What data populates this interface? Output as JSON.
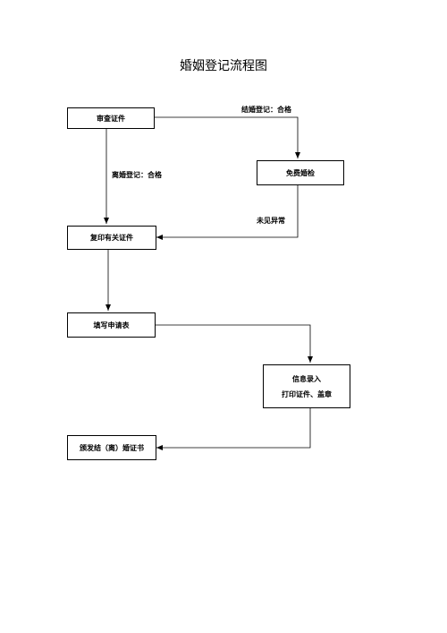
{
  "title": "婚姻登记流程图",
  "nodes": {
    "review": "审查证件",
    "free_check": "免费婚检",
    "copy": "复印有关证件",
    "fill": "填写申请表",
    "info_line1": "信息录入",
    "info_line2": "打印证件、盖章",
    "issue": "颁发结（离）婚证书"
  },
  "labels": {
    "marriage_ok": "结婚登记：合格",
    "divorce_ok": "离婚登记：合格",
    "no_abnormal": "未见异常"
  }
}
